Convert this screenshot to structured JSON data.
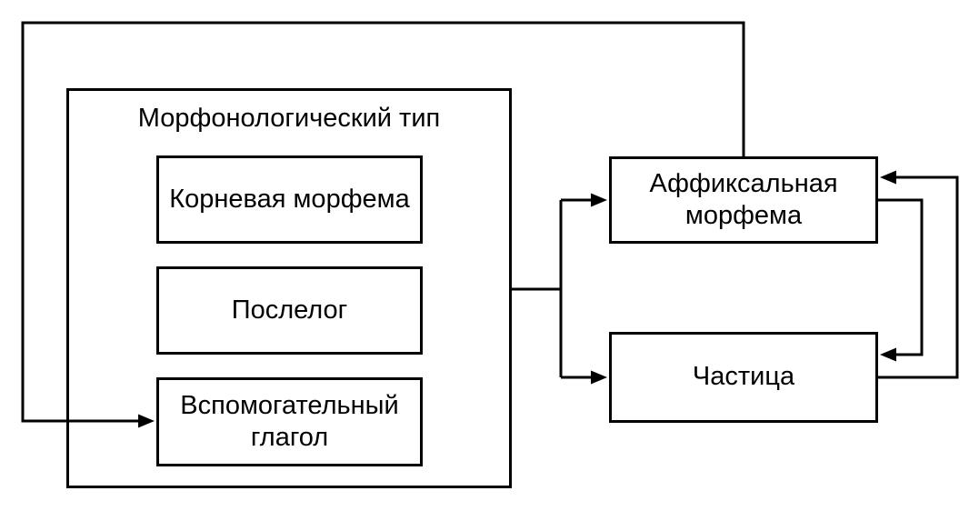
{
  "diagram": {
    "background_color": "#ffffff",
    "stroke_color": "#000000",
    "text_color": "#000000",
    "group": {
      "label": "Морфонологический тип"
    },
    "nodes": {
      "root_morpheme": {
        "label": "Корневая морфема"
      },
      "postposition": {
        "label": "Послелог"
      },
      "auxiliary_verb": {
        "label": "Вспомогательный глагол"
      },
      "affixal_morpheme": {
        "label": "Аффиксальная морфема"
      },
      "particle": {
        "label": "Частица"
      }
    },
    "edges": [
      {
        "from": "affixal_morpheme",
        "to": "auxiliary_verb",
        "route": "top-left outer loop"
      },
      {
        "from": "morphonological_type_group",
        "to": "affixal_morpheme"
      },
      {
        "from": "morphonological_type_group",
        "to": "particle"
      },
      {
        "from": "affixal_morpheme",
        "to": "particle",
        "route": "right inner loop"
      },
      {
        "from": "particle",
        "to": "affixal_morpheme",
        "route": "right outer loop"
      }
    ]
  }
}
